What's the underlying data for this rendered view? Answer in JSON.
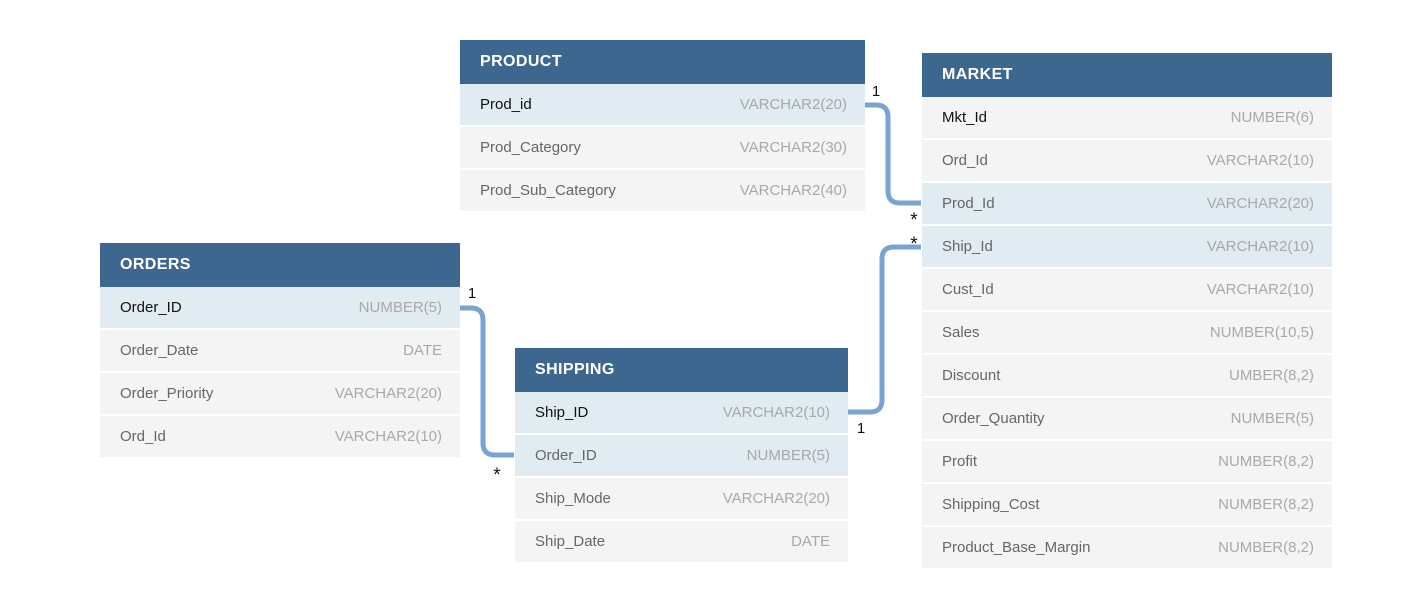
{
  "diagram": {
    "colors": {
      "canvas_bg": "#FFFFFF",
      "header_bg": "#3E678F",
      "header_text": "#FFFFFF",
      "row_bg": "#F4F4F4",
      "highlight_row_bg": "#E1EBF2",
      "name_text": "#666666",
      "key_name_text": "#111111",
      "type_text": "#A9A9A9",
      "connector": "#79A3D1",
      "cardinality_text": "#111111"
    },
    "tables": [
      {
        "name": "PRODUCT",
        "columns": [
          {
            "name": "Prod_id",
            "type": "VARCHAR2(20)",
            "key": true,
            "highlight": true
          },
          {
            "name": "Prod_Category",
            "type": "VARCHAR2(30)"
          },
          {
            "name": "Prod_Sub_Category",
            "type": "VARCHAR2(40)"
          }
        ]
      },
      {
        "name": "MARKET",
        "columns": [
          {
            "name": "Mkt_Id",
            "type": "NUMBER(6)",
            "key": true
          },
          {
            "name": "Ord_Id",
            "type": "VARCHAR2(10)"
          },
          {
            "name": "Prod_Id",
            "type": "VARCHAR2(20)",
            "highlight": true
          },
          {
            "name": "Ship_Id",
            "type": "VARCHAR2(10)",
            "highlight": true
          },
          {
            "name": "Cust_Id",
            "type": "VARCHAR2(10)"
          },
          {
            "name": "Sales",
            "type": "NUMBER(10,5)"
          },
          {
            "name": "Discount",
            "type": "UMBER(8,2)"
          },
          {
            "name": "Order_Quantity",
            "type": "NUMBER(5)"
          },
          {
            "name": "Profit",
            "type": "NUMBER(8,2)"
          },
          {
            "name": "Shipping_Cost",
            "type": "NUMBER(8,2)"
          },
          {
            "name": "Product_Base_Margin",
            "type": "NUMBER(8,2)"
          }
        ]
      },
      {
        "name": "ORDERS",
        "columns": [
          {
            "name": "Order_ID",
            "type": "NUMBER(5)",
            "key": true,
            "highlight": true
          },
          {
            "name": "Order_Date",
            "type": "DATE"
          },
          {
            "name": "Order_Priority",
            "type": "VARCHAR2(20)"
          },
          {
            "name": "Ord_Id",
            "type": "VARCHAR2(10)"
          }
        ]
      },
      {
        "name": "SHIPPING",
        "columns": [
          {
            "name": "Ship_ID",
            "type": "VARCHAR2(10)",
            "key": true,
            "highlight": true
          },
          {
            "name": "Order_ID",
            "type": "NUMBER(5)",
            "highlight": true
          },
          {
            "name": "Ship_Mode",
            "type": "VARCHAR2(20)"
          },
          {
            "name": "Ship_Date",
            "type": "DATE"
          }
        ]
      }
    ],
    "relationships": [
      {
        "from_table": "PRODUCT",
        "from_column": "Prod_id",
        "to_table": "MARKET",
        "to_column": "Prod_Id",
        "from_cardinality": "1",
        "to_cardinality": "*"
      },
      {
        "from_table": "ORDERS",
        "from_column": "Order_ID",
        "to_table": "SHIPPING",
        "to_column": "Order_ID",
        "from_cardinality": "1",
        "to_cardinality": "*"
      },
      {
        "from_table": "SHIPPING",
        "from_column": "Ship_ID",
        "to_table": "MARKET",
        "to_column": "Ship_Id",
        "from_cardinality": "1",
        "to_cardinality": "*"
      }
    ]
  }
}
